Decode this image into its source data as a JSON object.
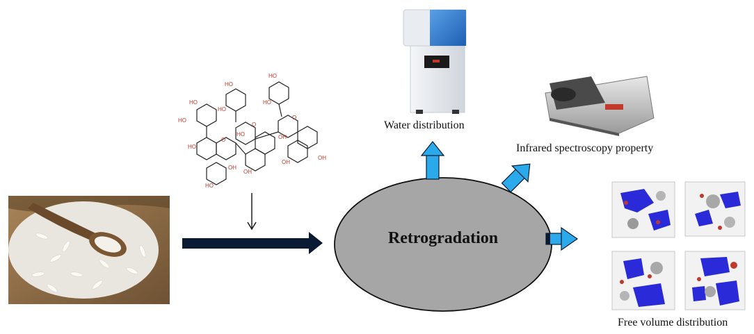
{
  "labels": {
    "water": "Water distribution",
    "infrared": "Infrared spectroscopy property",
    "free_volume": "Free volume distribution"
  },
  "center": {
    "text": "Retrogradation"
  },
  "colors": {
    "arrow_blue": "#2aaaea",
    "arrow_dark": "#0b1a33",
    "ellipse_fill": "#a6a6a6",
    "molecule_blue": "#2a2ad8",
    "rice_sack": "#8b6a43"
  },
  "molecule_atoms": [
    "HO",
    "OH",
    "O"
  ]
}
